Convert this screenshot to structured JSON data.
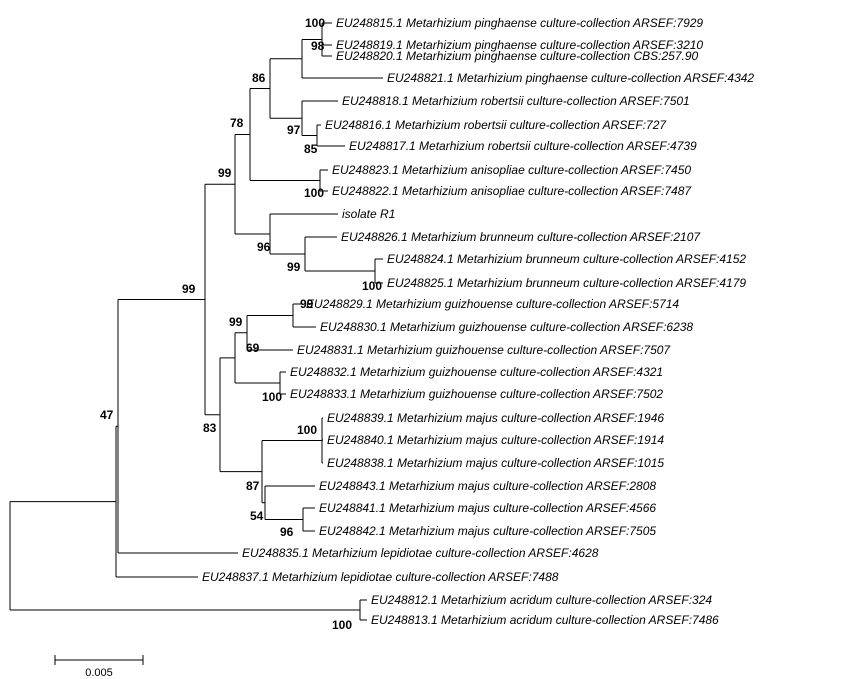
{
  "figure": {
    "type": "phylogenetic-tree"
  },
  "taxa": [
    "EU248815.1 Metarhizium pinghaense culture-collection ARSEF:7929",
    "EU248819.1 Metarhizium pinghaense culture-collection ARSEF:3210",
    "EU248820.1 Metarhizium pinghaense culture-collection CBS:257.90",
    "EU248821.1 Metarhizium pinghaense culture-collection ARSEF:4342",
    "EU248818.1 Metarhizium robertsii culture-collection ARSEF:7501",
    "EU248816.1 Metarhizium robertsii culture-collection ARSEF:727",
    "EU248817.1 Metarhizium robertsii culture-collection ARSEF:4739",
    "EU248823.1 Metarhizium anisopliae culture-collection ARSEF:7450",
    "EU248822.1 Metarhizium anisopliae culture-collection ARSEF:7487",
    "isolate R1",
    "EU248826.1 Metarhizium brunneum culture-collection ARSEF:2107",
    "EU248824.1 Metarhizium brunneum culture-collection ARSEF:4152",
    "EU248825.1 Metarhizium brunneum culture-collection ARSEF:4179",
    "EU248829.1 Metarhizium guizhouense culture-collection ARSEF:5714",
    "EU248830.1 Metarhizium guizhouense culture-collection ARSEF:6238",
    "EU248831.1 Metarhizium guizhouense culture-collection ARSEF:7507",
    "EU248832.1 Metarhizium guizhouense culture-collection ARSEF:4321",
    "EU248833.1 Metarhizium guizhouense culture-collection ARSEF:7502",
    "EU248839.1 Metarhizium majus culture-collection ARSEF:1946",
    "EU248840.1 Metarhizium majus culture-collection ARSEF:1914",
    "EU248838.1 Metarhizium majus culture-collection ARSEF:1015",
    "EU248843.1 Metarhizium majus culture-collection ARSEF:2808",
    "EU248841.1 Metarhizium majus culture-collection ARSEF:4566",
    "EU248842.1 Metarhizium majus culture-collection ARSEF:7505",
    "EU248835.1 Metarhizium lepidiotae culture-collection ARSEF:4628",
    "EU248837.1 Metarhizium lepidiotae culture-collection ARSEF:7488",
    "EU248812.1 Metarhizium acridum culture-collection ARSEF:324",
    "EU248813.1 Metarhizium acridum culture-collection ARSEF:7486"
  ],
  "support_values": [
    "100",
    "98",
    "86",
    "97",
    "85",
    "78",
    "100",
    "99",
    "96",
    "99",
    "100",
    "99",
    "99",
    "69",
    "100",
    "83",
    "100",
    "87",
    "54",
    "96",
    "99",
    "47",
    "100"
  ],
  "scale_bar": {
    "label": "0.005"
  }
}
